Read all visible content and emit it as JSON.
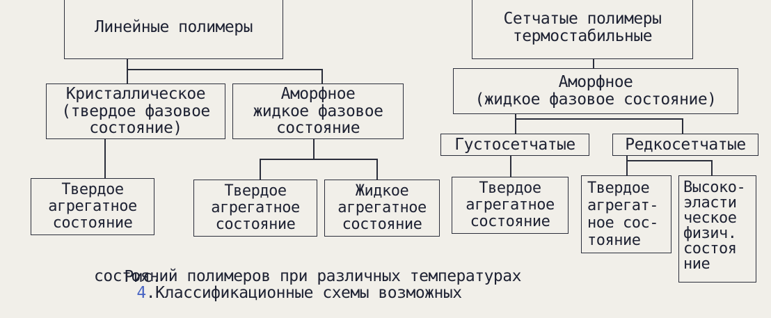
{
  "nodes": {
    "linear": "Линейные полимеры",
    "network": "Сетчатые полимеры\nтермостабильные",
    "crystalline": "Кристаллическое\n(твердое фазовое\nсостояние)",
    "amorphous_left": "Аморфное\nжидкое фазовое\nсостояние",
    "amorphous_right": "Аморфное\n(жидкое фазовое состояние)",
    "dense": "Густосетчатые",
    "sparse": "Редкосетчатые",
    "solid_1": "Твердое\nагрегатное\nсостояние",
    "solid_2": "Твердое\nагрегатное\nсостояние",
    "liquid": "Жидкое\nагрегатное\nсостояние",
    "solid_3": "Твердое\nагрегатное\nсостояние",
    "solid_4": "Твердое\nагрегат-\nное сос-\nтояние",
    "highly_elastic": "Высоко-\nэласти\nческое\nфизич.\nсостоя\nние"
  },
  "caption": {
    "prefix": "Рис.",
    "number": "4",
    "line1": ".Классификационные схемы возможных",
    "line2": "состояний полимеров при различных температурах"
  }
}
